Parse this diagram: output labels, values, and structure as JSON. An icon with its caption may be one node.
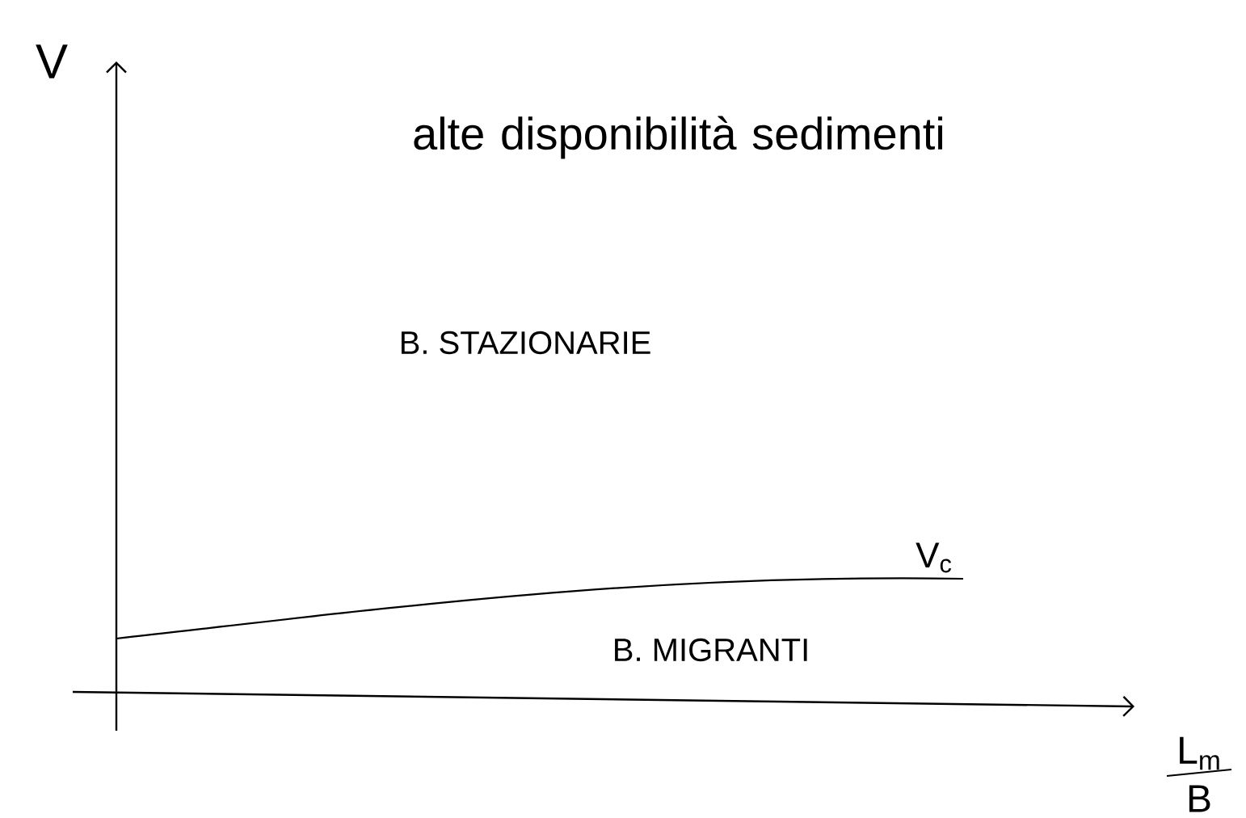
{
  "diagram": {
    "labels": [
      "V",
      "alte disponibilità sedimenti",
      "B. STAZIONARIE",
      "V$_{c}$",
      "B. MIGRANTI",
      "L$_{m}$",
      "B"
    ]
  }
}
